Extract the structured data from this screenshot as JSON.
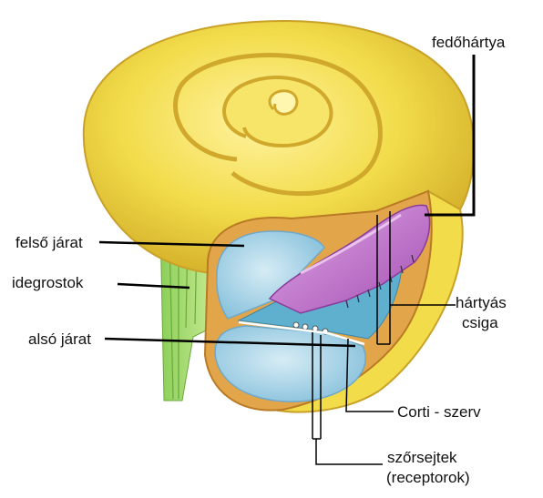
{
  "labels": {
    "fedohartya": "fedőhártya",
    "felso_jarat": "felső járat",
    "idegrostok": "idegrostok",
    "also_jarat": "alsó járat",
    "hartyas_csiga_line1": "hártyás",
    "hartyas_csiga_line2": "csiga",
    "corti_szerv": "Corti - szerv",
    "szorsejtek_line1": "szőrsejtek",
    "szorsejtek_line2": "(receptorok)"
  },
  "colors": {
    "shell_yellow": "#f2dc4a",
    "shell_shadow": "#d9b82c",
    "bone_orange": "#e3a54a",
    "duct_blue": "#a9d3e6",
    "membrane_purple": "#c86fc8",
    "nerve_green": "#9fd26a",
    "leader_line": "#000000"
  }
}
